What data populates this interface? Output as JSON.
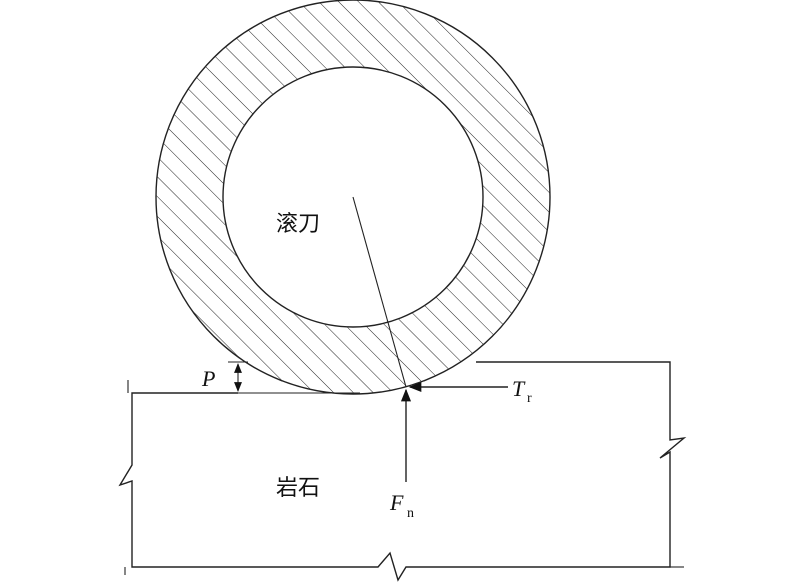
{
  "labels": {
    "cutter": "滚刀",
    "rock": "岩石",
    "penetration": "P",
    "tangential_main": "T",
    "tangential_sub": "r",
    "normal_main": "F",
    "normal_sub": "n"
  }
}
